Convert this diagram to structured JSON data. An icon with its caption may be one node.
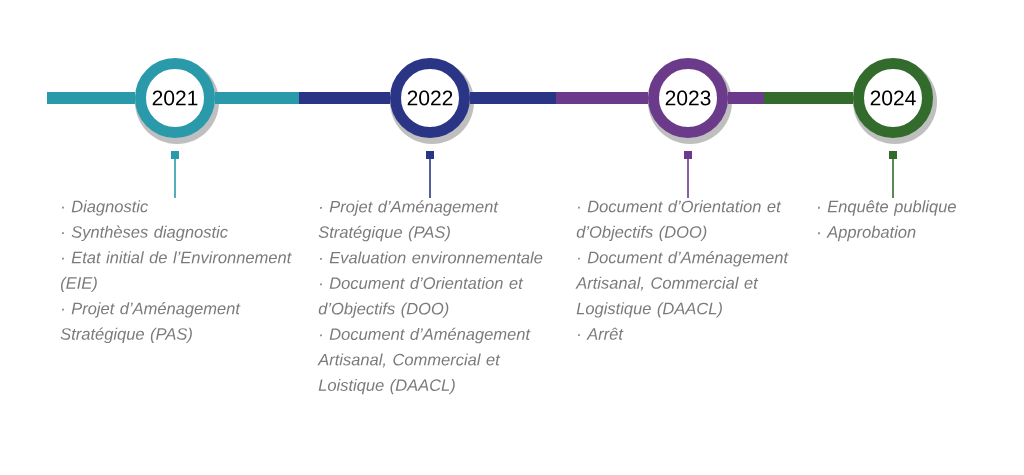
{
  "diagram": {
    "nodes": [
      {
        "text": [
          "2021"
        ]
      },
      {
        "text": [
          "2022"
        ]
      },
      {
        "text": [
          "2023"
        ]
      },
      {
        "text": [
          "2024"
        ]
      },
      {
        "text": [
          "· Diagnostic",
          "· Synthèses diagnostic",
          "· Etat initial de l’Environnement (EIE)",
          "· Projet d’Aménagement Stratégique (PAS)"
        ]
      },
      {
        "text": [
          "· Projet d’Aménagement Stratégique (PAS)",
          "· Evaluation environnementale",
          "· Document d’Orientation et d’Objectifs (DOO)",
          "· Document d’Aménagement Artisanal, Commercial et Loistique (DAACL)"
        ]
      },
      {
        "text": [
          "· Document d’Orientation et d’Objectifs (DOO)",
          "· Document d’Aménagement Artisanal, Commercial et Logistique (DAACL)",
          "· Arrêt"
        ]
      },
      {
        "text": [
          "· Enquête publique",
          "· Approbation"
        ]
      }
    ],
    "edges": [
      {
        "from": null,
        "to": 0,
        "arrow": "none",
        "style": "thick",
        "color": "#2a9aab"
      },
      {
        "from": 0,
        "to": 1,
        "arrow": "none",
        "style": "thick",
        "color": "#2b3585"
      },
      {
        "from": 1,
        "to": 2,
        "arrow": "none",
        "style": "thick",
        "color": "#6c3a8a"
      },
      {
        "from": 2,
        "to": 3,
        "arrow": "none",
        "style": "thick",
        "color": "#336b2d"
      },
      {
        "from": 0,
        "to": 4,
        "arrow": "other",
        "color": "#2a9aab"
      },
      {
        "from": 1,
        "to": 5,
        "arrow": "other",
        "color": "#2b3585"
      },
      {
        "from": 2,
        "to": 6,
        "arrow": "other",
        "color": "#6c3a8a"
      },
      {
        "from": 3,
        "to": 7,
        "arrow": "other",
        "color": "#336b2d"
      }
    ]
  }
}
